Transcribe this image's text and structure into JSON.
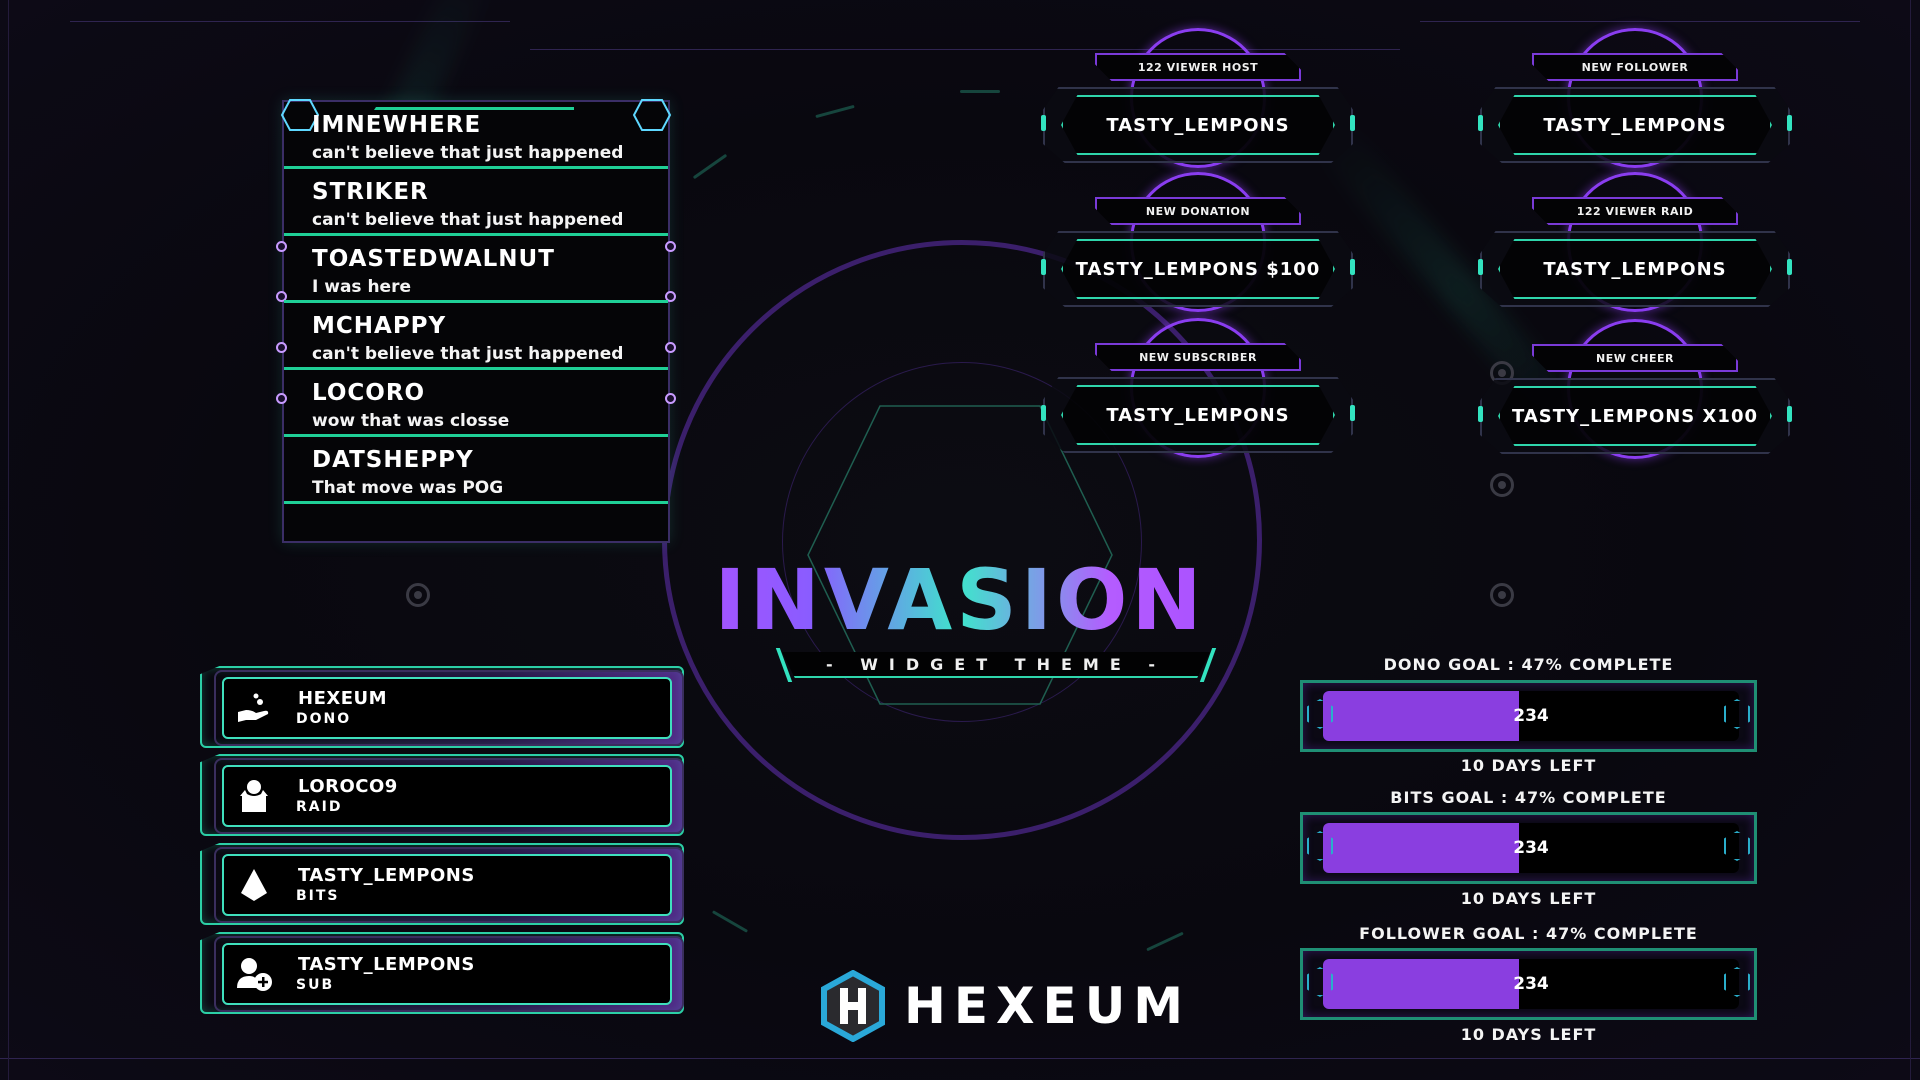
{
  "chat": {
    "messages": [
      {
        "user": "IMNEWHERE",
        "text": "can't believe that just happened"
      },
      {
        "user": "STRIKER",
        "text": "can't believe that just happened"
      },
      {
        "user": "TOASTEDWALNUT",
        "text": "I was here"
      },
      {
        "user": "MCHAPPY",
        "text": "can't believe that just happened"
      },
      {
        "user": "LOCORO",
        "text": "wow that was closse"
      },
      {
        "user": "DATSHEPPY",
        "text": "That move was POG"
      }
    ]
  },
  "alerts": [
    {
      "title": "122 VIEWER HOST",
      "name": "TASTY_LEMPONS"
    },
    {
      "title": "NEW DONATION",
      "name": "TASTY_LEMPONS $100"
    },
    {
      "title": "NEW SUBSCRIBER",
      "name": "TASTY_LEMPONS"
    },
    {
      "title": "NEW FOLLOWER",
      "name": "TASTY_LEMPONS"
    },
    {
      "title": "122 VIEWER RAID",
      "name": "TASTY_LEMPONS"
    },
    {
      "title": "NEW CHEER",
      "name": "TASTY_LEMPONS X100"
    }
  ],
  "branding": {
    "title": "INVASION",
    "subtitle": "- WIDGET THEME -",
    "logo_text": "HEXEUM",
    "logo_letter": "H"
  },
  "events": [
    {
      "name": "HEXEUM",
      "type": "DONO",
      "icon": "donation-hand-icon"
    },
    {
      "name": "LOROCO9",
      "type": "RAID",
      "icon": "raid-user-icon"
    },
    {
      "name": "TASTY_LEMPONS",
      "type": "BITS",
      "icon": "bits-gem-icon"
    },
    {
      "name": "TASTY_LEMPONS",
      "type": "SUB",
      "icon": "add-user-icon"
    }
  ],
  "goals": [
    {
      "label": "DONO GOAL : 47% COMPLETE",
      "value": "234",
      "percent": 47,
      "days_left": "10 DAYS LEFT"
    },
    {
      "label": "BITS GOAL : 47% COMPLETE",
      "value": "234",
      "percent": 47,
      "days_left": "10 DAYS LEFT"
    },
    {
      "label": "FOLLOWER GOAL : 47% COMPLETE",
      "value": "234",
      "percent": 47,
      "days_left": "10 DAYS LEFT"
    }
  ],
  "colors": {
    "accent_teal": "#2fd6ac",
    "accent_purple": "#8a3ee0",
    "background": "#0a0810",
    "logo_hex": "#2aa8d8"
  }
}
